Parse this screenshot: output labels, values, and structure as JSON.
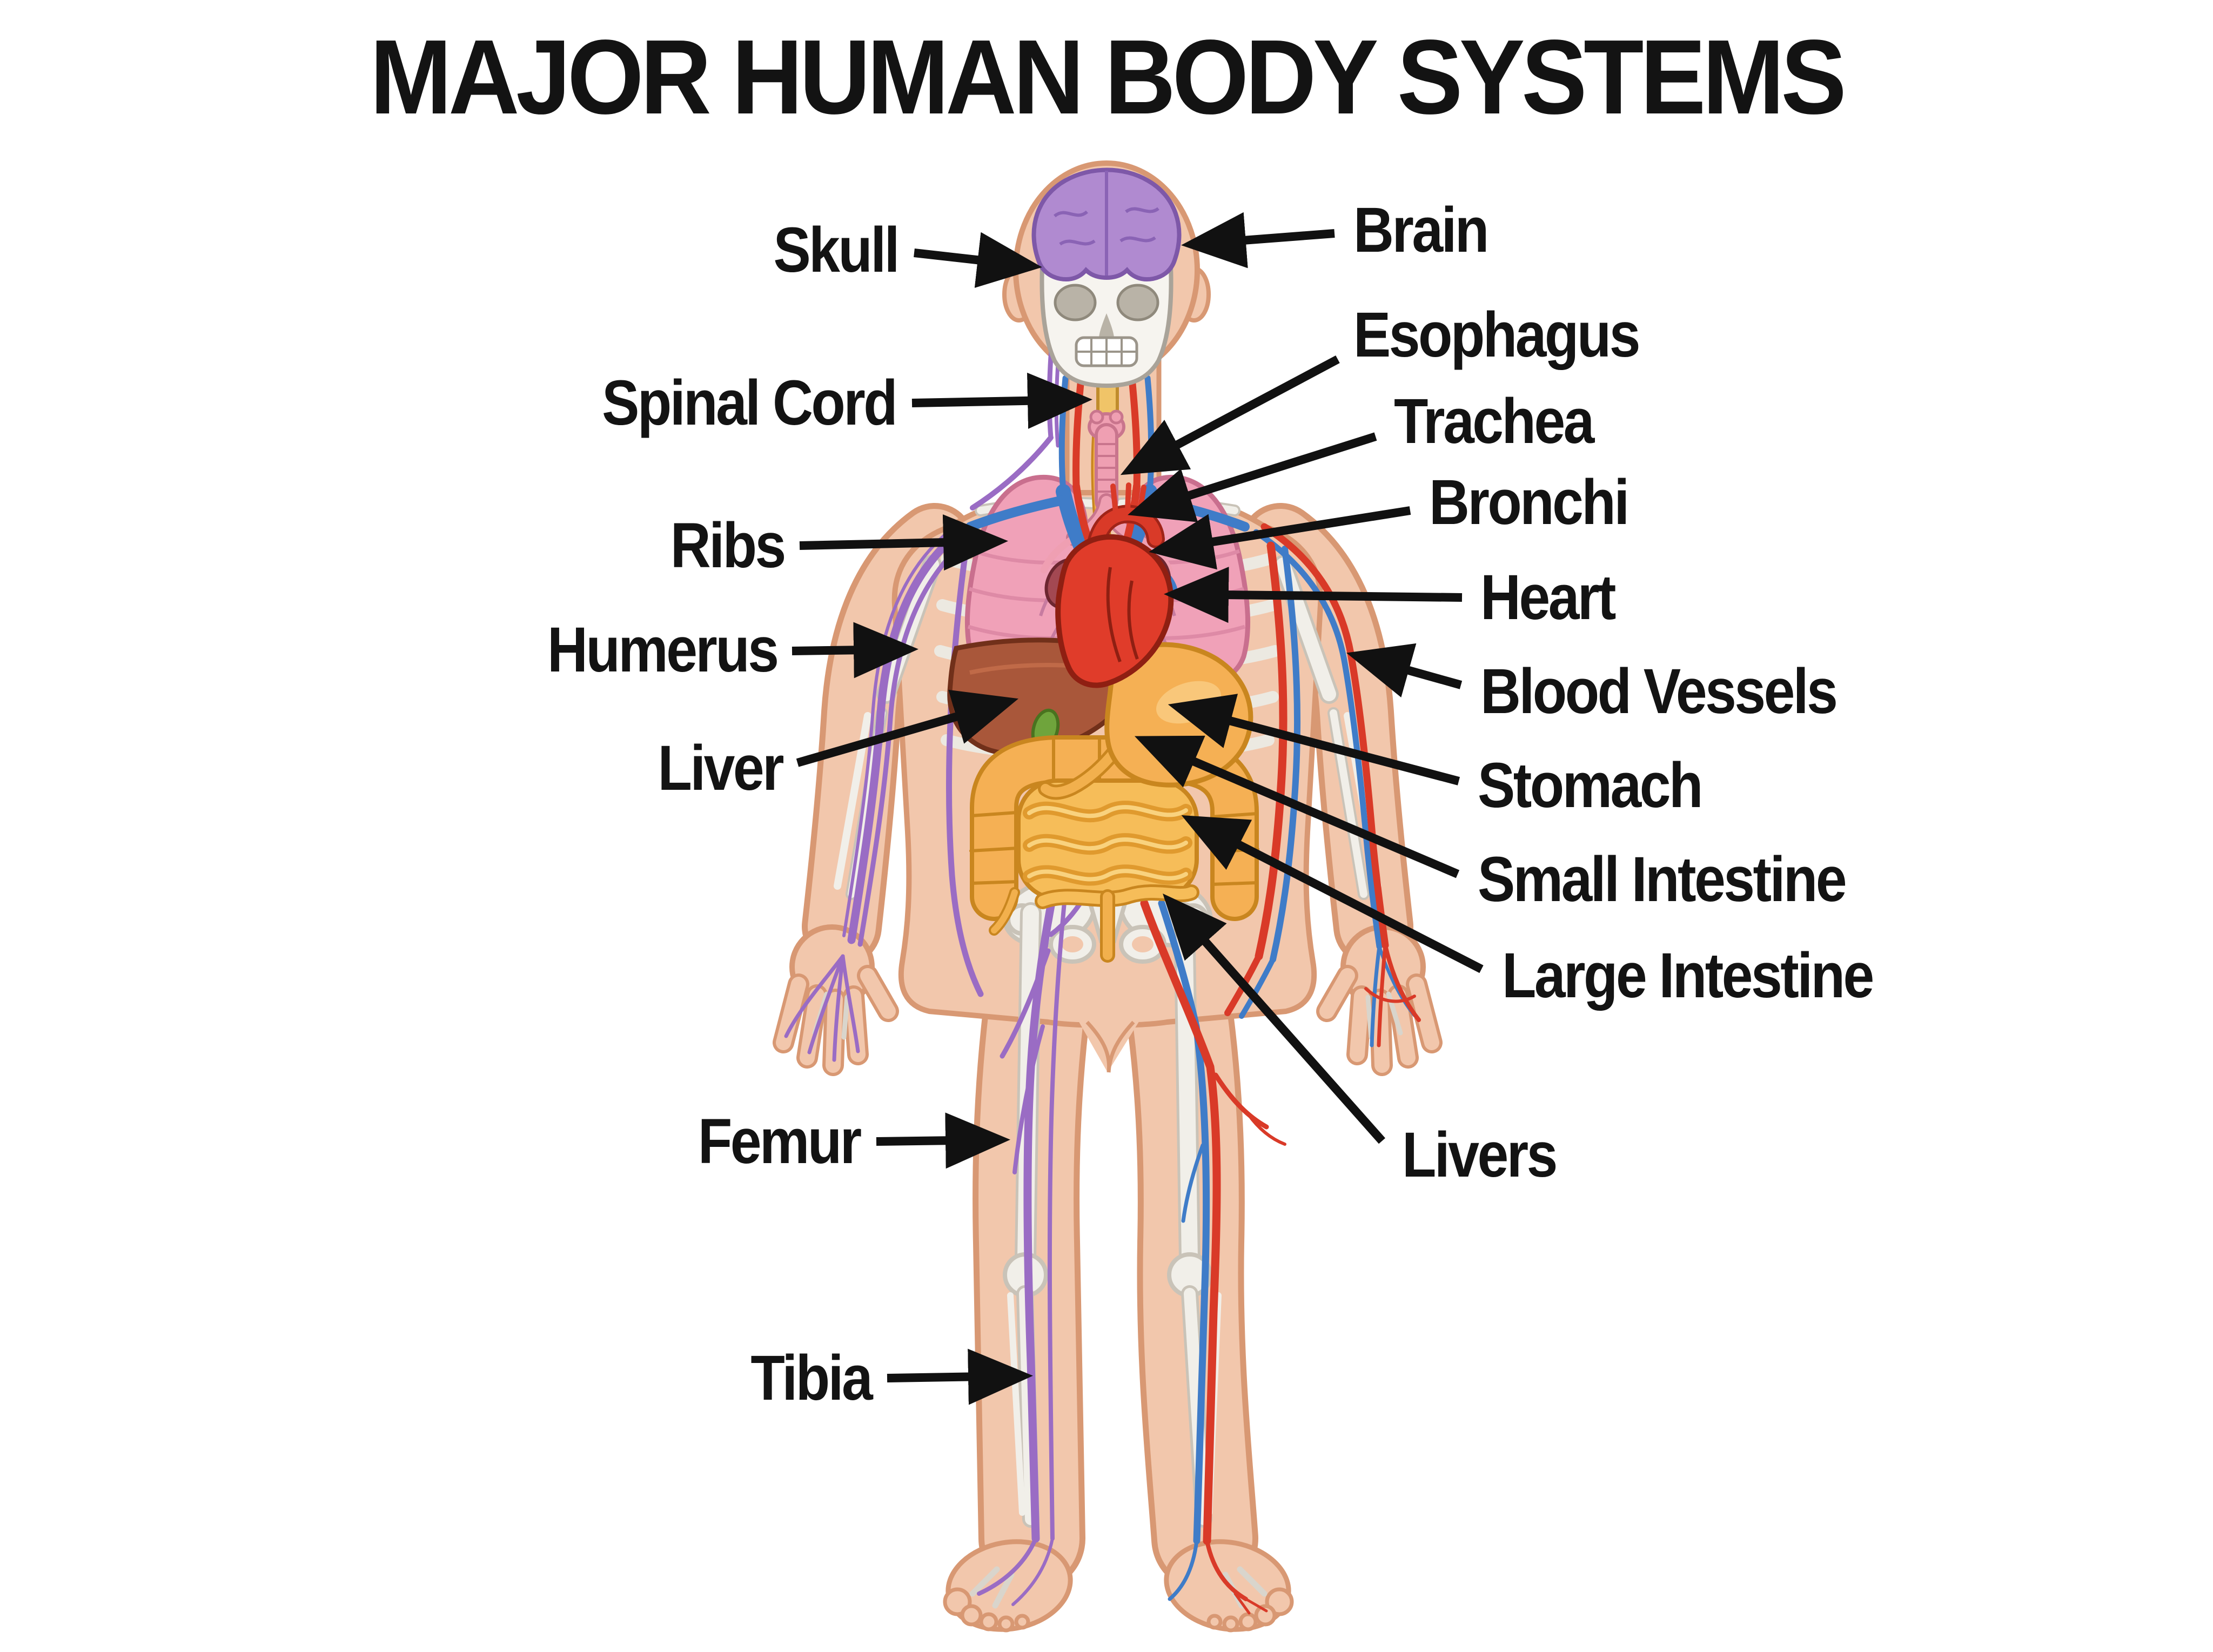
{
  "title": "MAJOR HUMAN BODY SYSTEMS",
  "labels": {
    "left": [
      {
        "text": "Skull",
        "points_to": "skull"
      },
      {
        "text": "Spinal Cord",
        "points_to": "spinal-cord"
      },
      {
        "text": "Ribs",
        "points_to": "ribs"
      },
      {
        "text": "Humerus",
        "points_to": "humerus-bone"
      },
      {
        "text": "Liver",
        "points_to": "liver"
      },
      {
        "text": "Femur",
        "points_to": "femur-bone"
      },
      {
        "text": "Tibia",
        "points_to": "tibia-bone"
      }
    ],
    "right": [
      {
        "text": "Brain",
        "points_to": "brain"
      },
      {
        "text": "Esophagus",
        "points_to": "esophagus"
      },
      {
        "text": "Trachea",
        "points_to": "trachea"
      },
      {
        "text": "Bronchi",
        "points_to": "bronchi"
      },
      {
        "text": "Heart",
        "points_to": "heart"
      },
      {
        "text": "Blood Vessels",
        "points_to": "blood-vessels"
      },
      {
        "text": "Stomach",
        "points_to": "stomach"
      },
      {
        "text": "Small Intestine",
        "points_to": "small-intestine"
      },
      {
        "text": "Large Intestine",
        "points_to": "large-intestine"
      },
      {
        "text": "Livers",
        "points_to": "intestines"
      }
    ]
  },
  "diagram": {
    "figure": "front-view human body showing skeletal, nervous, circulatory, respiratory and digestive systems",
    "colors": {
      "skin": "#F2C7AC",
      "skin_outline": "#D89873",
      "bone": "#F1EFE9",
      "bone_outline": "#C9C3B8",
      "brain": "#B08AD0",
      "lungs": "#F0A1B8",
      "heart": "#E03C2A",
      "liver": "#A9573A",
      "stomach": "#F5B054",
      "intestine": "#F6BD59",
      "digestive_outline": "#C9861F",
      "nerves": "#9A6CC4",
      "arteries": "#D93A28",
      "veins": "#3F7CC8",
      "trachea": "#EF9FB2",
      "spinal_cord": "#F0C468",
      "gallbladder": "#6FA43C",
      "pancreas": "#F2D23E",
      "text": "#111111",
      "background": "#FFFFFF"
    }
  }
}
